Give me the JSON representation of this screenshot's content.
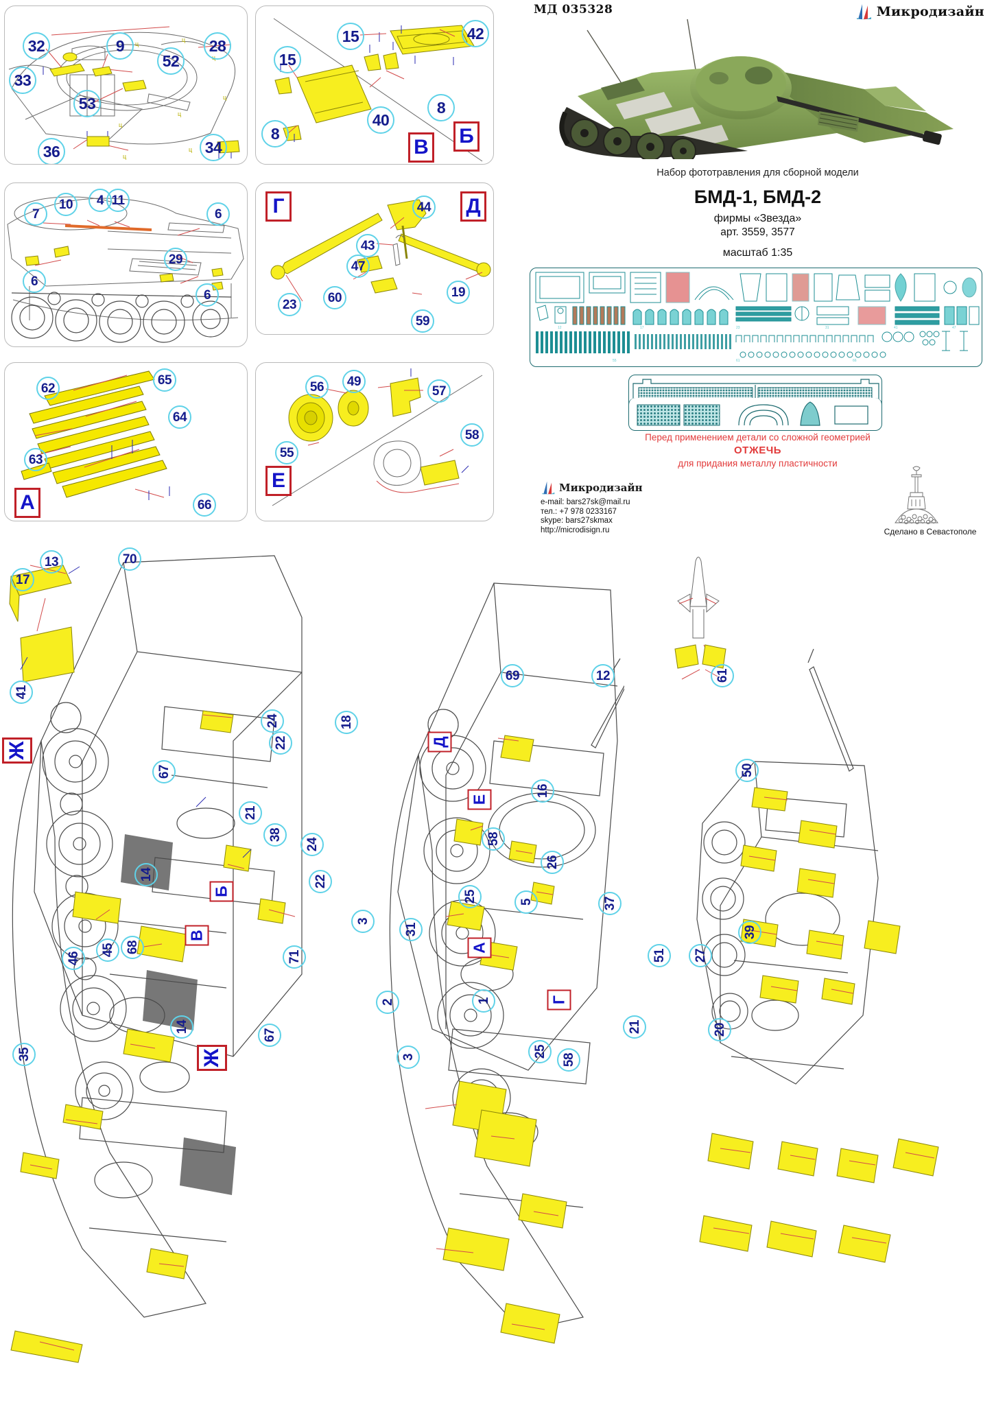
{
  "header": {
    "article_code": "МД 035328",
    "brand": "Микродизайн",
    "subtitle": "Набор фототравления для сборной модели",
    "model": "БМД-1, БМД-2",
    "firm": "фирмы «Звезда»",
    "kit_articles": "арт. 3559, 3577",
    "scale": "масштаб 1:35",
    "warning_line1": "Перед применением детали со сложной геометрией",
    "warning_line2": "ОТЖЕЧЬ",
    "warning_line3": "для придания металлу пластичности",
    "contact": {
      "email": "e-mail: bars27sk@mail.ru",
      "phone": "тел.: +7 978 0233167",
      "skype": "skype: bars27skmax",
      "site": "http://microdisign.ru"
    },
    "made_in": "Сделано в Севастополе"
  },
  "colors": {
    "callout_ring": "#5fd2e8",
    "callout_text": "#141c8c",
    "badge_border": "#c02028",
    "badge_text": "#1414c8",
    "part_yellow": "#f7ee1f",
    "warning_red": "#e23b3b",
    "fret_teal": "#1d6b70",
    "line_gray": "#6a6a6a"
  },
  "panels": [
    {
      "id": "panel-turret-top",
      "badge": null,
      "callouts": [
        "32",
        "9",
        "28",
        "33",
        "52",
        "53",
        "36",
        "34"
      ]
    },
    {
      "id": "panel-b-v",
      "badge": "Б",
      "badge2": "В",
      "callouts": [
        "15",
        "42",
        "15",
        "8",
        "40",
        "8"
      ]
    },
    {
      "id": "panel-hull-side",
      "badge": null,
      "callouts": [
        "7",
        "10",
        "4",
        "11",
        "6",
        "6",
        "29",
        "6"
      ]
    },
    {
      "id": "panel-g-d",
      "badge": "Г",
      "badge2": "Д",
      "callouts": [
        "44",
        "43",
        "47",
        "23",
        "60",
        "19",
        "59"
      ]
    },
    {
      "id": "panel-a",
      "badge": "А",
      "callouts": [
        "62",
        "65",
        "64",
        "63",
        "66"
      ]
    },
    {
      "id": "panel-e",
      "badge": "Е",
      "callouts": [
        "56",
        "49",
        "57",
        "55",
        "58"
      ]
    }
  ],
  "big_views": {
    "left_view": {
      "badge": "Ж",
      "badge2": "Б",
      "badge3": "В",
      "badge4": "Ж",
      "callouts": [
        "17",
        "13",
        "70",
        "41",
        "67",
        "24",
        "22",
        "21",
        "38",
        "24",
        "22",
        "14",
        "68",
        "45",
        "46",
        "71",
        "14",
        "67",
        "35"
      ]
    },
    "middle_view": {
      "badge": "Д",
      "badge2": "Е",
      "badge3": "А",
      "badge4": "Г",
      "callouts": [
        "18",
        "69",
        "12",
        "16",
        "58",
        "26",
        "25",
        "5",
        "3",
        "31",
        "2",
        "1",
        "3",
        "25",
        "58"
      ]
    },
    "right_view": {
      "callouts": [
        "61",
        "50",
        "37",
        "51",
        "27",
        "39",
        "21",
        "20"
      ]
    }
  }
}
